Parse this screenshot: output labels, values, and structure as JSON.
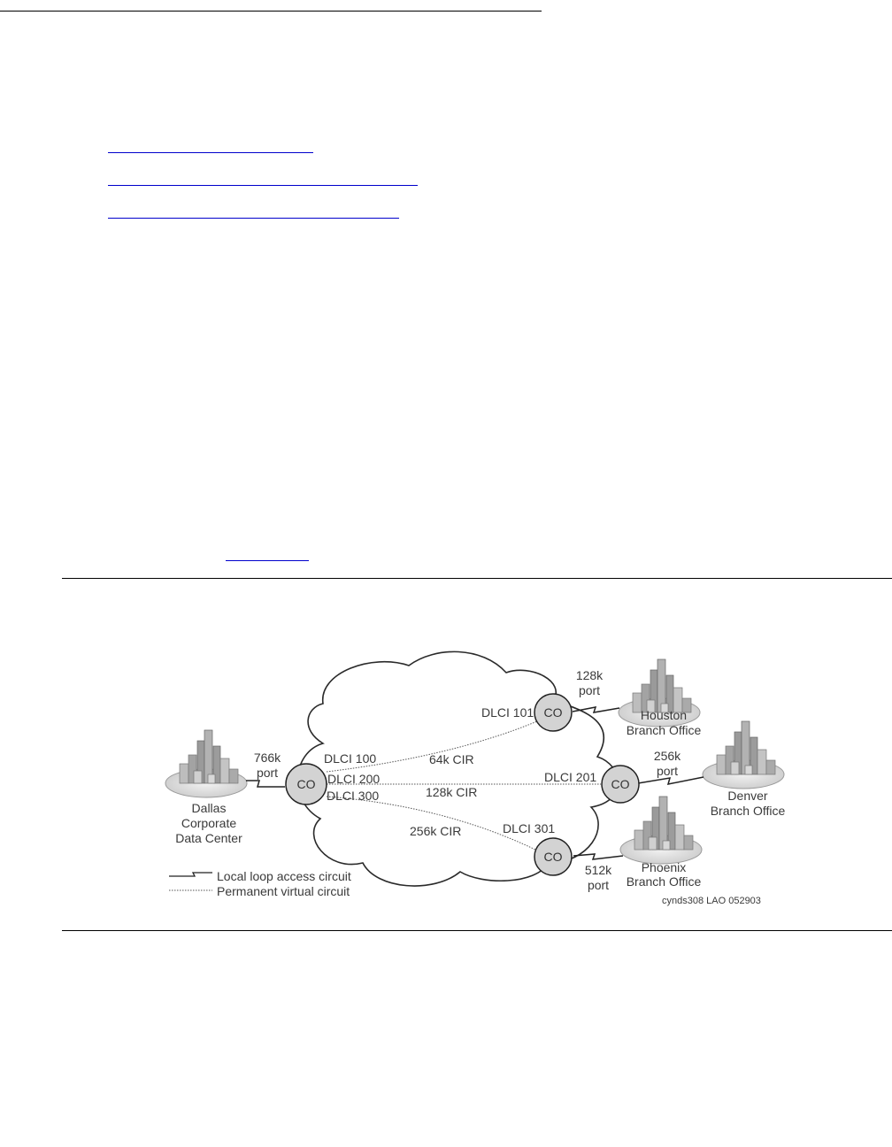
{
  "diagram": {
    "sites": {
      "dallas": [
        "Dallas",
        "Corporate",
        "Data Center"
      ],
      "houston": [
        "Houston",
        "Branch Office"
      ],
      "denver": [
        "Denver",
        "Branch Office"
      ],
      "phoenix": [
        "Phoenix",
        "Branch Office"
      ]
    },
    "co_label": "CO",
    "ports": {
      "dallas": [
        "766k",
        "port"
      ],
      "houston": [
        "128k",
        "port"
      ],
      "denver": [
        "256k",
        "port"
      ],
      "phoenix": [
        "512k",
        "port"
      ]
    },
    "dlci": {
      "d100": "DLCI 100",
      "d200": "DLCI 200",
      "d300": "DLCI 300",
      "d101": "DLCI 101",
      "d201": "DLCI 201",
      "d301": "DLCI 301"
    },
    "cir": {
      "houston": "64k CIR",
      "denver": "128k CIR",
      "phoenix": "256k CIR"
    },
    "legend": {
      "local_loop": "Local loop access circuit",
      "pvc": "Permanent virtual circuit"
    },
    "figure_id": "cynds308 LAO 052903"
  },
  "colors": {
    "rule": "#000000",
    "link": "#0000cc",
    "co_fill": "#d3d3d3",
    "building": "#a8a8a8"
  }
}
